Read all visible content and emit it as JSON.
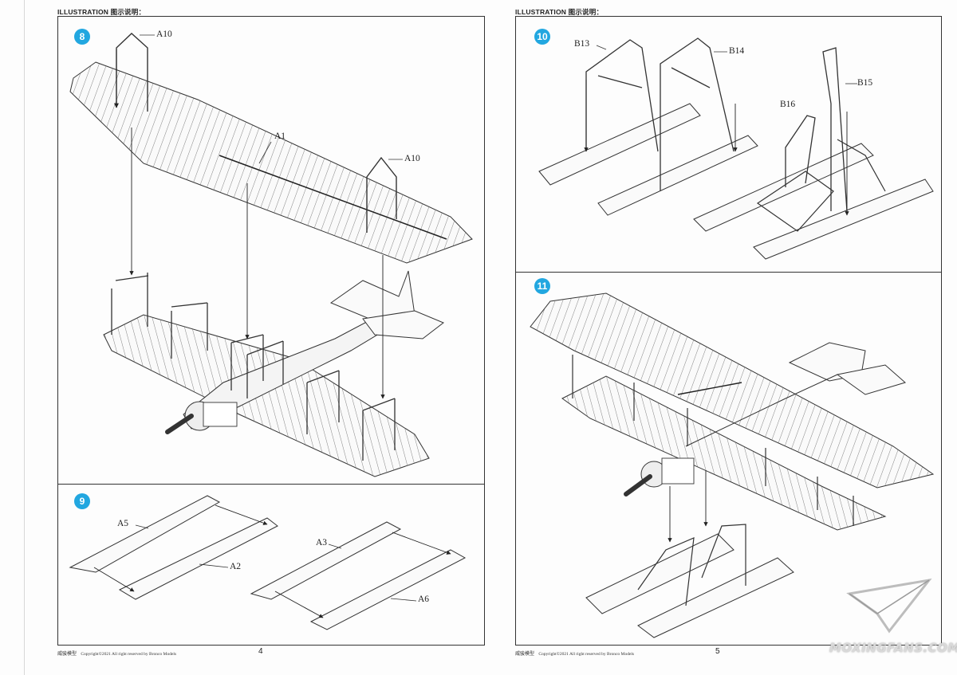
{
  "header": {
    "illustration_label": "ILLUSTRATION 图示说明："
  },
  "steps": {
    "s8": {
      "number": "8",
      "parts": {
        "a10_left": "A10",
        "a1": "A1",
        "a10_right": "A10"
      }
    },
    "s9": {
      "number": "9",
      "parts": {
        "a5": "A5",
        "a2": "A2",
        "a3": "A3",
        "a6": "A6"
      }
    },
    "s10": {
      "number": "10",
      "parts": {
        "b13": "B13",
        "b14": "B14",
        "b15": "B15",
        "b16": "B16"
      }
    },
    "s11": {
      "number": "11"
    }
  },
  "footer": {
    "brand": "威骏模型",
    "copyright": "Copyright©2021  All right reserved by Bronco Models",
    "left_page_number": "4",
    "right_page_number": "5"
  },
  "watermark": {
    "text": "MOXINGFANS.COM"
  }
}
